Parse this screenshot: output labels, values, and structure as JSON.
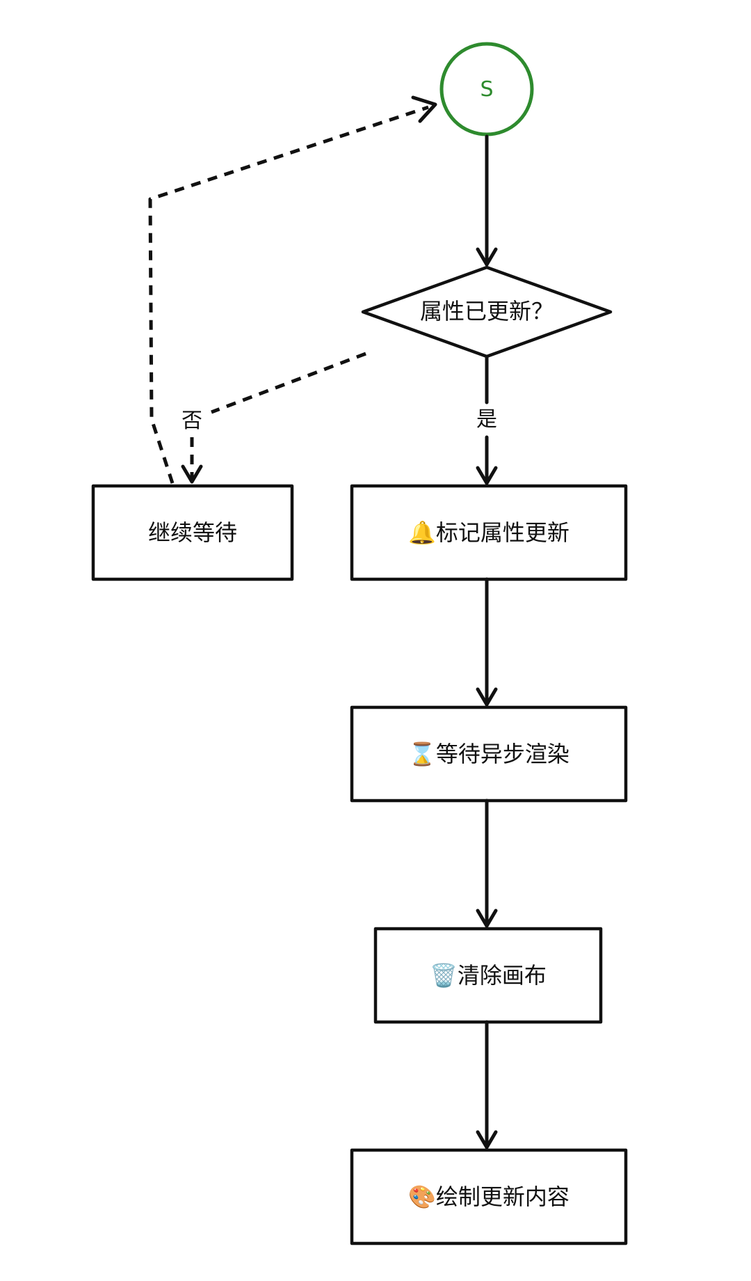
{
  "colors": {
    "line": "#111111",
    "start": "#2e8b2e",
    "background": "#ffffff"
  },
  "nodes": {
    "start": {
      "label": "S"
    },
    "decision": {
      "label": "属性已更新？"
    },
    "keep_waiting": {
      "label": "继续等待"
    },
    "mark_update": {
      "icon": "bell-icon",
      "icon_glyph": "🔔",
      "label": "标记属性更新"
    },
    "wait_render": {
      "icon": "hourglass-icon",
      "icon_glyph": "⌛",
      "label": "等待异步渲染"
    },
    "clear_canvas": {
      "icon": "trash-icon",
      "icon_glyph": "🗑️",
      "label": "清除画布"
    },
    "draw_content": {
      "icon": "palette-icon",
      "icon_glyph": "🎨",
      "label": "绘制更新内容"
    }
  },
  "edges": {
    "no_label": "否",
    "yes_label": "是"
  }
}
